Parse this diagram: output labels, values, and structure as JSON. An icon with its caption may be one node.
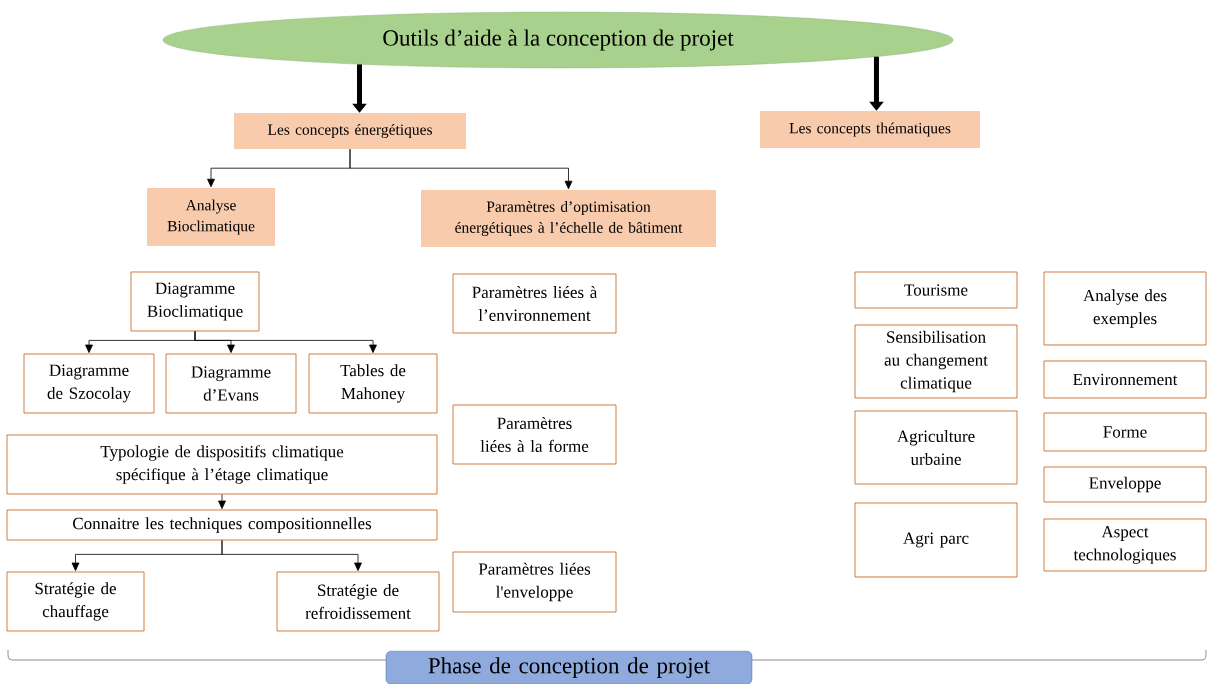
{
  "diagram": {
    "nodes": [
      {
        "text": [
          "Outils d’aide à la conception de projet"
        ]
      },
      {
        "text": [
          "Les concepts énergétiques"
        ]
      },
      {
        "text": [
          "Les concepts thématiques"
        ]
      },
      {
        "text": [
          "Analyse Bioclimatique"
        ]
      },
      {
        "text": [
          "Paramètres d’optimisation énergétiques à l’échelle de bâtiment"
        ]
      },
      {
        "text": [
          "Diagramme Bioclimatique"
        ]
      },
      {
        "text": [
          "Diagramme de Szocolay"
        ]
      },
      {
        "text": [
          "Diagramme d’Evans"
        ]
      },
      {
        "text": [
          "Tables de Mahoney"
        ]
      },
      {
        "text": [
          "Typologie de dispositifs climatique spécifique à l’étage climatique"
        ]
      },
      {
        "text": [
          "Connaitre les techniques compositionnelles"
        ]
      },
      {
        "text": [
          "Stratégie de chauffage"
        ]
      },
      {
        "text": [
          "Stratégie de refroidissement"
        ]
      },
      {
        "text": [
          "Paramètres liées à l’environnement"
        ]
      },
      {
        "text": [
          "Paramètres liées à la forme"
        ]
      },
      {
        "text": [
          "Paramètres liées l'enveloppe"
        ]
      },
      {
        "text": [
          "Tourisme"
        ]
      },
      {
        "text": [
          "Sensibilisation au changement climatique"
        ]
      },
      {
        "text": [
          "Agriculture urbaine"
        ]
      },
      {
        "text": [
          "Agri parc"
        ]
      },
      {
        "text": [
          "Analyse des exemples"
        ]
      },
      {
        "text": [
          "Environnement"
        ]
      },
      {
        "text": [
          "Forme"
        ]
      },
      {
        "text": [
          "Enveloppe"
        ]
      },
      {
        "text": [
          "Aspect technologiques"
        ]
      },
      {
        "text": [
          "Phase de conception de projet"
        ]
      }
    ],
    "edges": [
      {
        "from": 0,
        "to": 1,
        "arrow": "to",
        "style": "thick"
      },
      {
        "from": 0,
        "to": 2,
        "arrow": "to",
        "style": "thick"
      },
      {
        "from": 1,
        "to": 3,
        "arrow": "to"
      },
      {
        "from": 1,
        "to": 4,
        "arrow": "to"
      },
      {
        "from": 5,
        "to": 6,
        "arrow": "to"
      },
      {
        "from": 5,
        "to": 7,
        "arrow": "to"
      },
      {
        "from": 5,
        "to": 8,
        "arrow": "to"
      },
      {
        "from": 9,
        "to": 10,
        "arrow": "to"
      },
      {
        "from": 10,
        "to": 11,
        "arrow": "to"
      },
      {
        "from": 10,
        "to": 12,
        "arrow": "to"
      }
    ]
  }
}
